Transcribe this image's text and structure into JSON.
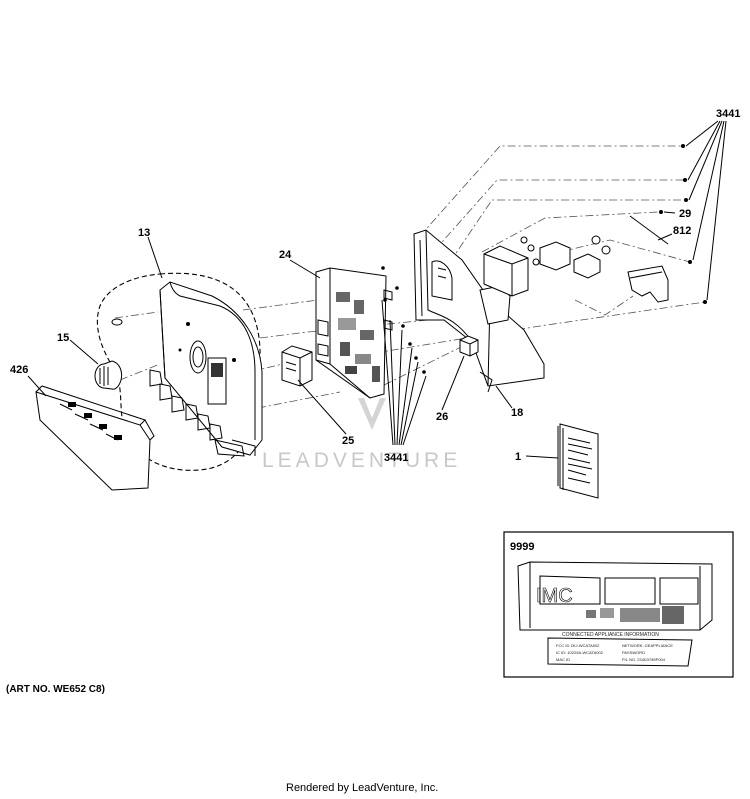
{
  "labels": {
    "l3441_top": "3441",
    "l29": "29",
    "l812": "812",
    "l13": "13",
    "l24": "24",
    "l15": "15",
    "l426": "426",
    "l26": "26",
    "l18": "18",
    "l25": "25",
    "l3441_bottom": "3441",
    "l1": "1",
    "l9999": "9999"
  },
  "inset": {
    "logo": "IMC",
    "heading": "CONNECTED APPLIANCE INFORMATION",
    "row1_left": "FCC ID ZKJ-WCATA002",
    "row1_right": "NETWORK: GEAPPLIANCE",
    "row2_left": "IC ID: 10229A-WCATA002",
    "row2_right": "PASSWORD",
    "row3_left": "MAC ID",
    "row3_right": "P/L NO. 234D3789P004"
  },
  "watermark": "LEADVENTURE",
  "art_number": "(ART NO. WE652 C8)",
  "footer": "Rendered by LeadVenture, Inc."
}
